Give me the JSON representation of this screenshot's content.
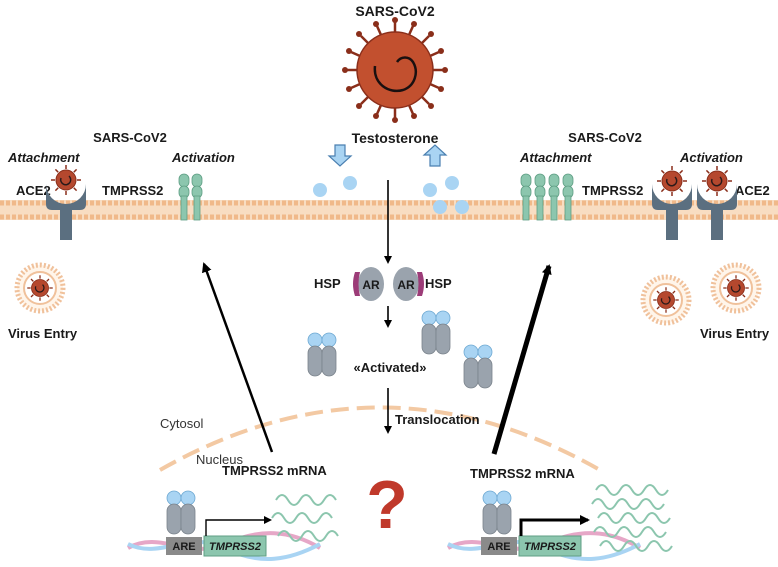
{
  "labels": {
    "sars_top": "SARS-CoV2",
    "testosterone": "Testosterone",
    "left_sars": "SARS-CoV2",
    "left_attachment": "Attachment",
    "left_activation": "Activation",
    "left_ace2": "ACE2",
    "left_tmprss2": "TMPRSS2",
    "left_virus_entry": "Virus Entry",
    "right_sars": "SARS-CoV2",
    "right_attachment": "Attachment",
    "right_activation": "Activation",
    "right_tmprss2": "TMPRSS2",
    "right_ace2": "ACE2",
    "right_virus_entry": "Virus Entry",
    "hsp_left": "HSP",
    "hsp_right": "HSP",
    "ar_left": "AR",
    "ar_right": "AR",
    "activated": "«Activated»",
    "cytosol": "Cytosol",
    "nucleus": "Nucleus",
    "translocation": "Translocation",
    "mrna_left": "TMPRSS2 mRNA",
    "mrna_right": "TMPRSS2 mRNA",
    "are_left": "ARE",
    "gene_left": "TMPRSS2",
    "are_right": "ARE",
    "gene_right": "TMPRSS2",
    "question": "?"
  },
  "colors": {
    "virus": "#b5482e",
    "membrane": "#f3c9a3",
    "ace2": "#5b6f80",
    "tmprss2": "#8cc6ae",
    "receptor": "#9aa3ad",
    "ligand": "#a9d4f3",
    "question": "#c0392b",
    "are_box": "#8a8a8a",
    "gene_box": "#8cc6ae"
  }
}
